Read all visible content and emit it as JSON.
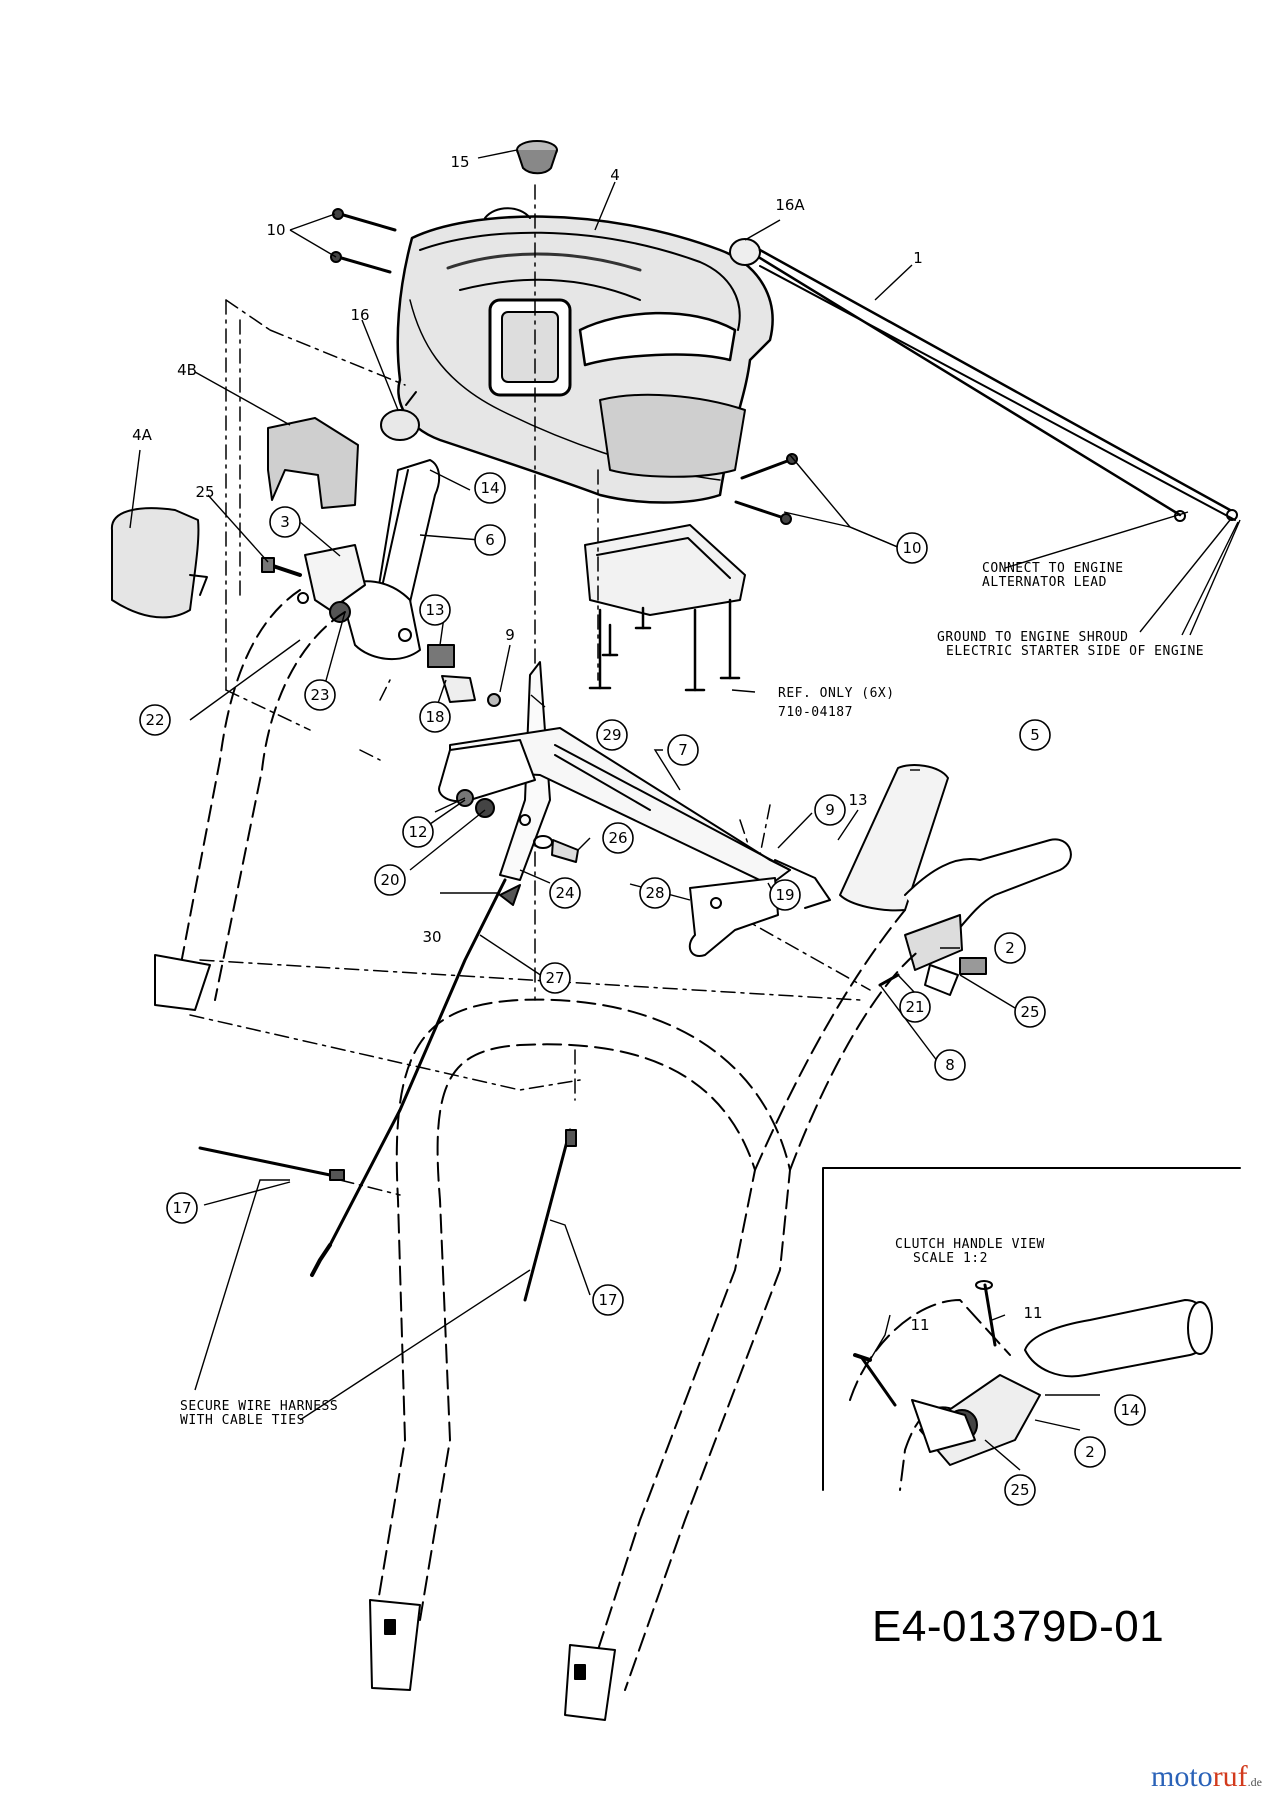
{
  "drawing_number": "E4-01379D-01",
  "brand": {
    "name_blue": "moto",
    "name_red": "ruf",
    "tld": ".de"
  },
  "parts": {
    "p1": "1",
    "p2": "2",
    "p3": "3",
    "p4": "4",
    "p4A": "4A",
    "p4B": "4B",
    "p5": "5",
    "p6": "6",
    "p7": "7",
    "p8": "8",
    "p9": "9",
    "p10": "10",
    "p11": "11",
    "p12": "12",
    "p13": "13",
    "p14": "14",
    "p15": "15",
    "p16": "16",
    "p16A": "16A",
    "p17": "17",
    "p18": "18",
    "p19": "19",
    "p20": "20",
    "p21": "21",
    "p22": "22",
    "p23": "23",
    "p24": "24",
    "p25": "25",
    "p26": "26",
    "p27": "27",
    "p28": "28",
    "p29": "29",
    "p30": "30"
  },
  "notes": {
    "alternator_l1": "CONNECT TO ENGINE",
    "alternator_l2": "ALTERNATOR LEAD",
    "ground_l1": "GROUND TO ENGINE SHROUD",
    "ground_l2": "ELECTRIC STARTER SIDE OF ENGINE",
    "ref_l1": "REF. ONLY (6X)",
    "ref_l2": "710-04187",
    "harness_l1": "SECURE WIRE HARNESS",
    "harness_l2": "WITH CABLE TIES",
    "inset_l1": "CLUTCH HANDLE VIEW",
    "inset_l2": "SCALE 1:2"
  },
  "colors": {
    "line": "#000000",
    "background": "#ffffff",
    "brand_blue": "#2a62b8",
    "brand_red": "#d23a1c"
  }
}
